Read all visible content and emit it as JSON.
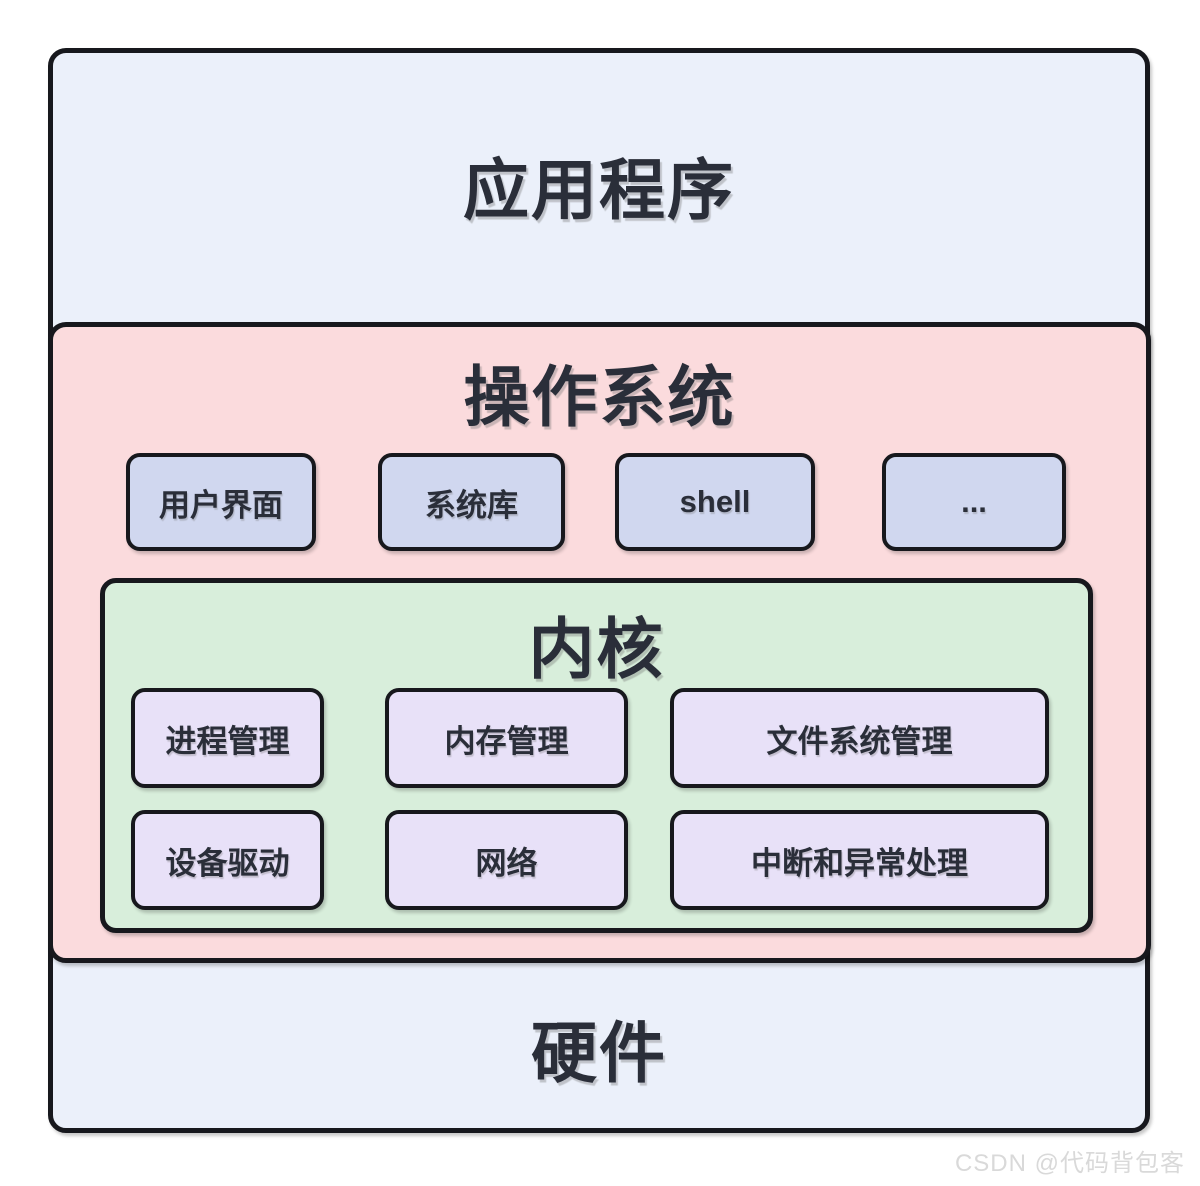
{
  "diagram": {
    "application_layer": {
      "label": "应用程序"
    },
    "os_layer": {
      "label": "操作系统",
      "components": [
        {
          "label": "用户界面"
        },
        {
          "label": "系统库"
        },
        {
          "label": "shell"
        },
        {
          "label": "..."
        }
      ],
      "kernel": {
        "label": "内核",
        "modules": [
          {
            "label": "进程管理"
          },
          {
            "label": "内存管理"
          },
          {
            "label": "文件系统管理"
          },
          {
            "label": "设备驱动"
          },
          {
            "label": "网络"
          },
          {
            "label": "中断和异常处理"
          }
        ]
      }
    },
    "hardware_layer": {
      "label": "硬件"
    },
    "watermark": "CSDN @代码背包客"
  },
  "colors": {
    "layer_bg": "#EBF0FA",
    "os_bg": "#FBDBDD",
    "component_bg": "#D0D7EF",
    "kernel_bg": "#D8EEDB",
    "module_bg": "#E8E1F8",
    "border": "#17181D",
    "text": "#2A2E39",
    "watermark_text": "#D9D9D9"
  }
}
